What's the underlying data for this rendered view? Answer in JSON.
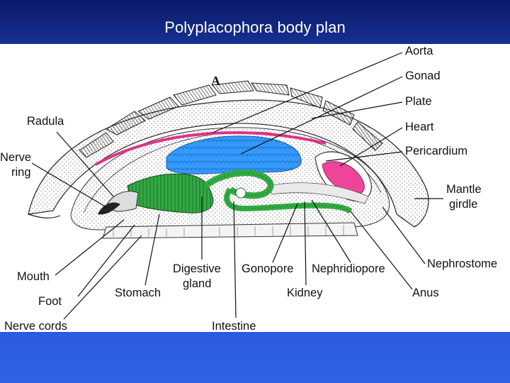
{
  "slide": {
    "title": "Polyplacophora body plan"
  },
  "figure": {
    "letter": "A",
    "labels": {
      "aorta": "Aorta",
      "gonad": "Gonad",
      "plate": "Plate",
      "heart": "Heart",
      "pericardium": "Pericardium",
      "mantle_girdle_1": "Mantle",
      "mantle_girdle_2": "girdle",
      "nephrostome": "Nephrostome",
      "anus": "Anus",
      "kidney": "Kidney",
      "nephridiopore": "Nephridiopore",
      "gonopore": "Gonopore",
      "intestine": "Intestine",
      "digestive_gland_1": "Digestive",
      "digestive_gland_2": "gland",
      "stomach": "Stomach",
      "foot": "Foot",
      "mouth": "Mouth",
      "nerve_cords": "Nerve cords",
      "radula": "Radula",
      "nerve_ring_1": "Nerve",
      "nerve_ring_2": "ring"
    },
    "colors": {
      "gonad": "#3399ff",
      "gut": "#33aa44",
      "heart": "#ee4499",
      "aorta": "#dd3388",
      "background_slide": "#2446c8"
    }
  }
}
